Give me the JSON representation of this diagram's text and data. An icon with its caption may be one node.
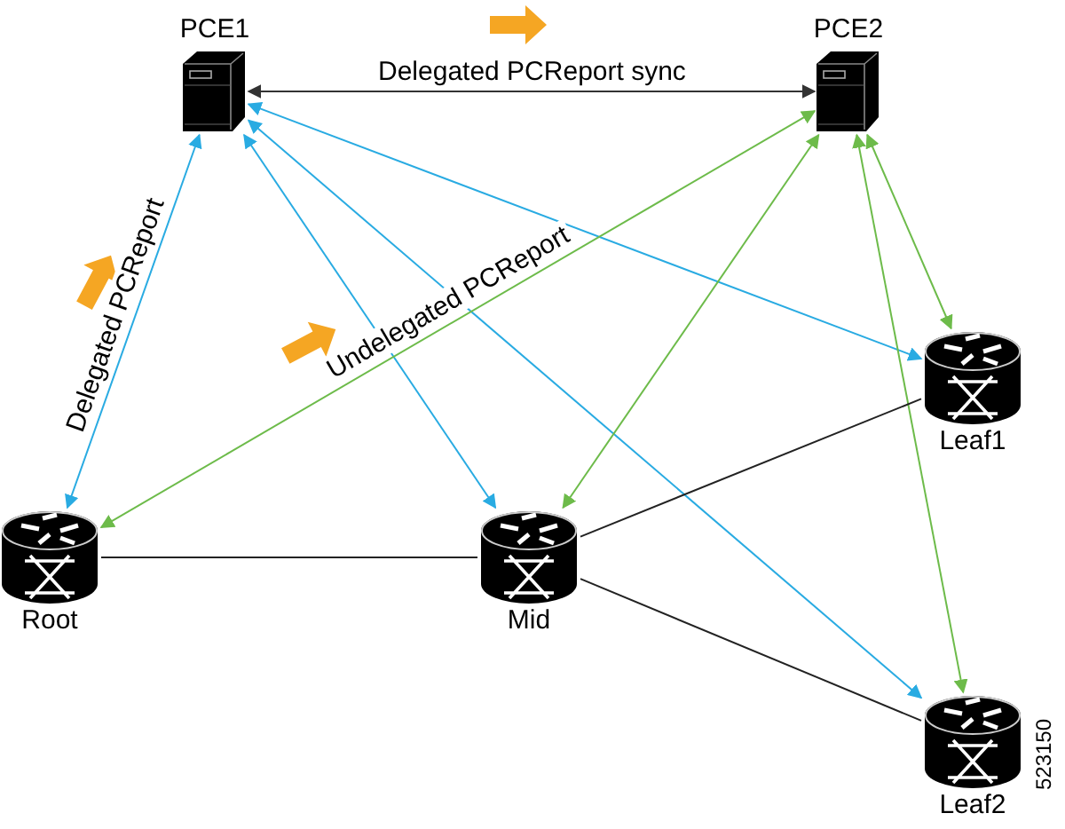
{
  "diagram": {
    "nodes": [
      {
        "text": [
          "PCE1"
        ]
      },
      {
        "text": [
          "PCE2"
        ]
      },
      {
        "text": [
          "Leaf1"
        ]
      },
      {
        "text": [
          "Root"
        ]
      },
      {
        "text": [
          "Mid"
        ]
      },
      {
        "text": [
          "Leaf2"
        ]
      }
    ],
    "edges": [
      {
        "from": 0,
        "to": 1,
        "arrow": "both",
        "label": "Delegated PCReport sync",
        "color": "#333333"
      },
      {
        "from": 0,
        "to": 3,
        "arrow": "both",
        "label": "Delegated PCReport",
        "color": "#29abe2"
      },
      {
        "from": 0,
        "to": 4,
        "arrow": "both",
        "color": "#29abe2"
      },
      {
        "from": 0,
        "to": 2,
        "arrow": "both",
        "color": "#29abe2"
      },
      {
        "from": 0,
        "to": 5,
        "arrow": "both",
        "color": "#29abe2"
      },
      {
        "from": 1,
        "to": 3,
        "arrow": "both",
        "label": "Undelegated PCReport",
        "color": "#6dbb4a"
      },
      {
        "from": 1,
        "to": 4,
        "arrow": "both",
        "color": "#6dbb4a"
      },
      {
        "from": 1,
        "to": 2,
        "arrow": "both",
        "color": "#6dbb4a"
      },
      {
        "from": 1,
        "to": 5,
        "arrow": "both",
        "color": "#6dbb4a"
      },
      {
        "from": 3,
        "to": 4,
        "arrow": "none",
        "color": "#222222"
      },
      {
        "from": 4,
        "to": 2,
        "arrow": "none",
        "color": "#222222"
      },
      {
        "from": 4,
        "to": 5,
        "arrow": "none",
        "color": "#222222"
      }
    ],
    "labels": [
      "523150"
    ]
  }
}
